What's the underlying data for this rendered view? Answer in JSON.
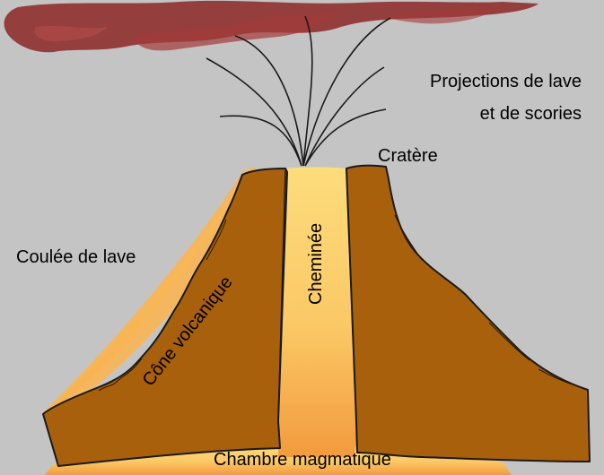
{
  "labels": {
    "projections_line1": "Projections de lave",
    "projections_line2": "et de scories",
    "cratere": "Cratère",
    "coulee": "Coulée de lave",
    "cone": "Cône volcanique",
    "cheminee": "Cheminée",
    "chambre": "Chambre magmatique"
  },
  "colors": {
    "background": "#c5c4c4",
    "cone_brown": "#a8600c",
    "lava_yellow": "#fcd977",
    "lava_orange": "#f29a3e",
    "cloud_red": "#8e2b2b",
    "outline": "#1a1a1a"
  }
}
